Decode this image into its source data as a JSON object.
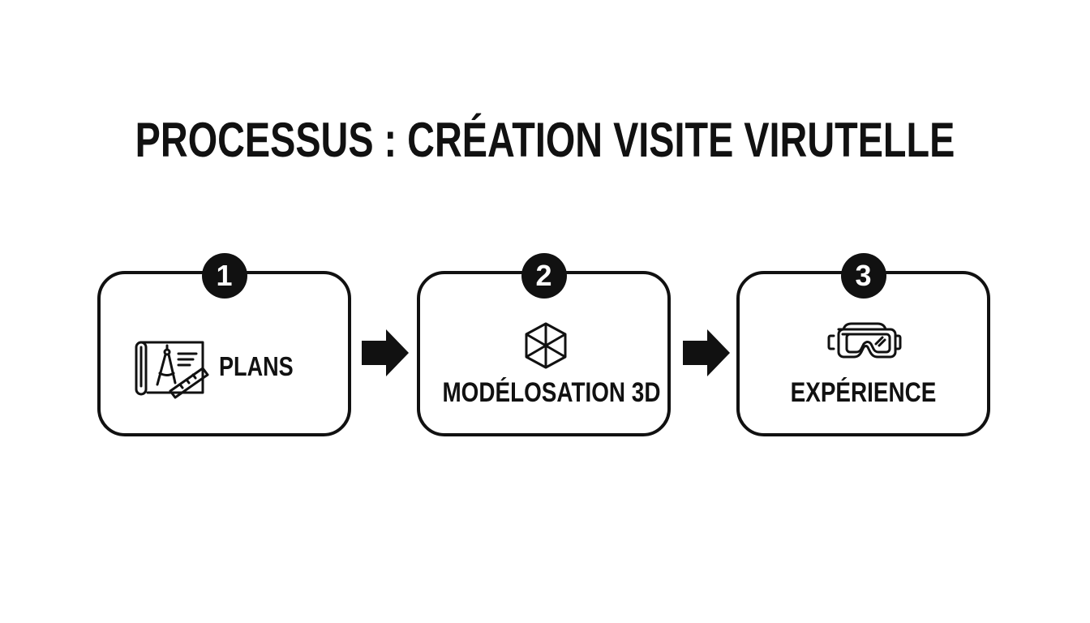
{
  "title": "PROCESSUS : CRÉATION VISITE VIRUTELLE",
  "steps": [
    {
      "number": "1",
      "label": "PLANS",
      "icon": "blueprint-compass-ruler-icon"
    },
    {
      "number": "2",
      "label": "MODÉLOSATION 3D",
      "icon": "cube-icon"
    },
    {
      "number": "3",
      "label": "EXPÉRIENCE",
      "icon": "vr-headset-icon"
    }
  ],
  "colors": {
    "ink": "#111111",
    "background": "#ffffff"
  }
}
